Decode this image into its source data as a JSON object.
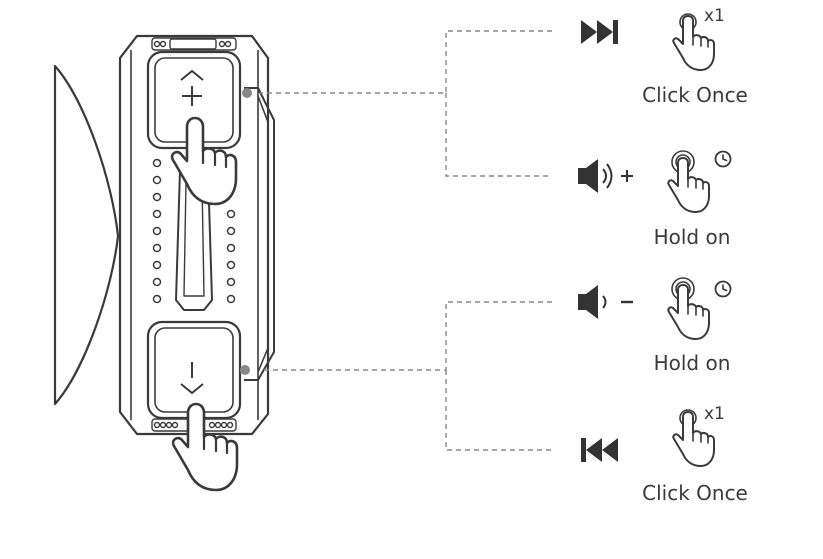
{
  "colors": {
    "line": "#3a3a3a",
    "icon": "#333333",
    "fill": "#ffffff",
    "dashed": "#888888"
  },
  "actions": [
    {
      "id": "next-track",
      "icon": "next-track-icon",
      "gesture": "tap-icon",
      "multiplier": "x1",
      "caption": "Click Once"
    },
    {
      "id": "volume-up",
      "icon": "volume-up-icon",
      "gesture": "hold-icon",
      "multiplier": "",
      "caption": "Hold on"
    },
    {
      "id": "volume-down",
      "icon": "volume-down-icon",
      "gesture": "hold-icon",
      "multiplier": "",
      "caption": "Hold on"
    },
    {
      "id": "previous-track",
      "icon": "previous-track-icon",
      "gesture": "tap-icon",
      "multiplier": "x1",
      "caption": "Click Once"
    }
  ]
}
